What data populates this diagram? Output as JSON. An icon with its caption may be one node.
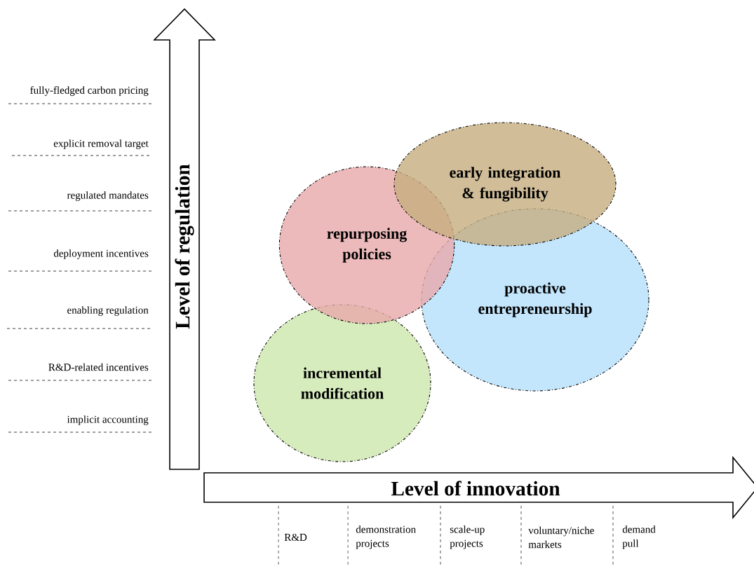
{
  "diagram": {
    "nodes": [
      {
        "text": [
          "Level of regulation"
        ]
      },
      {
        "text": [
          "early integration & fungibility"
        ]
      },
      {
        "text": [
          "repurposing policies"
        ]
      },
      {
        "text": [
          "proactive entrepreneurship"
        ]
      },
      {
        "text": [
          "incremental modification"
        ]
      },
      {
        "text": [
          "Level of innovation"
        ]
      }
    ],
    "labels": [
      "fully-fledged carbon pricing",
      "explicit removal target",
      "regulated mandates",
      "deployment incentives",
      "enabling regulation",
      "R&D-related incentives",
      "implicit accounting",
      "R&D",
      "demonstration projects",
      "scale-up projects",
      "voluntary/niche markets",
      "demand pull"
    ]
  }
}
